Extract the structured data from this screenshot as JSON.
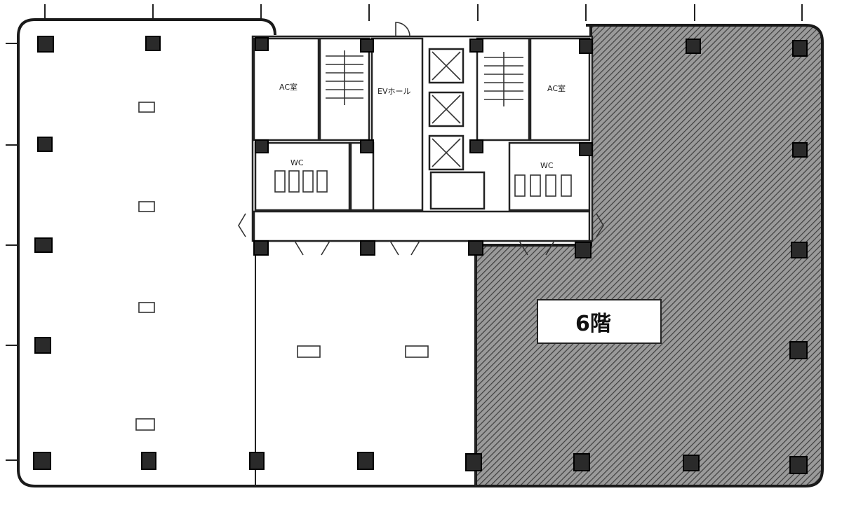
{
  "floor_label": "6階",
  "tenant_area_color": "#6b6b6b",
  "core_labels": {
    "ac_left": "AC室",
    "ac_right": "AC室",
    "ev_hall": "EVホール",
    "wc_left": "WC",
    "wc_right": "WC"
  }
}
